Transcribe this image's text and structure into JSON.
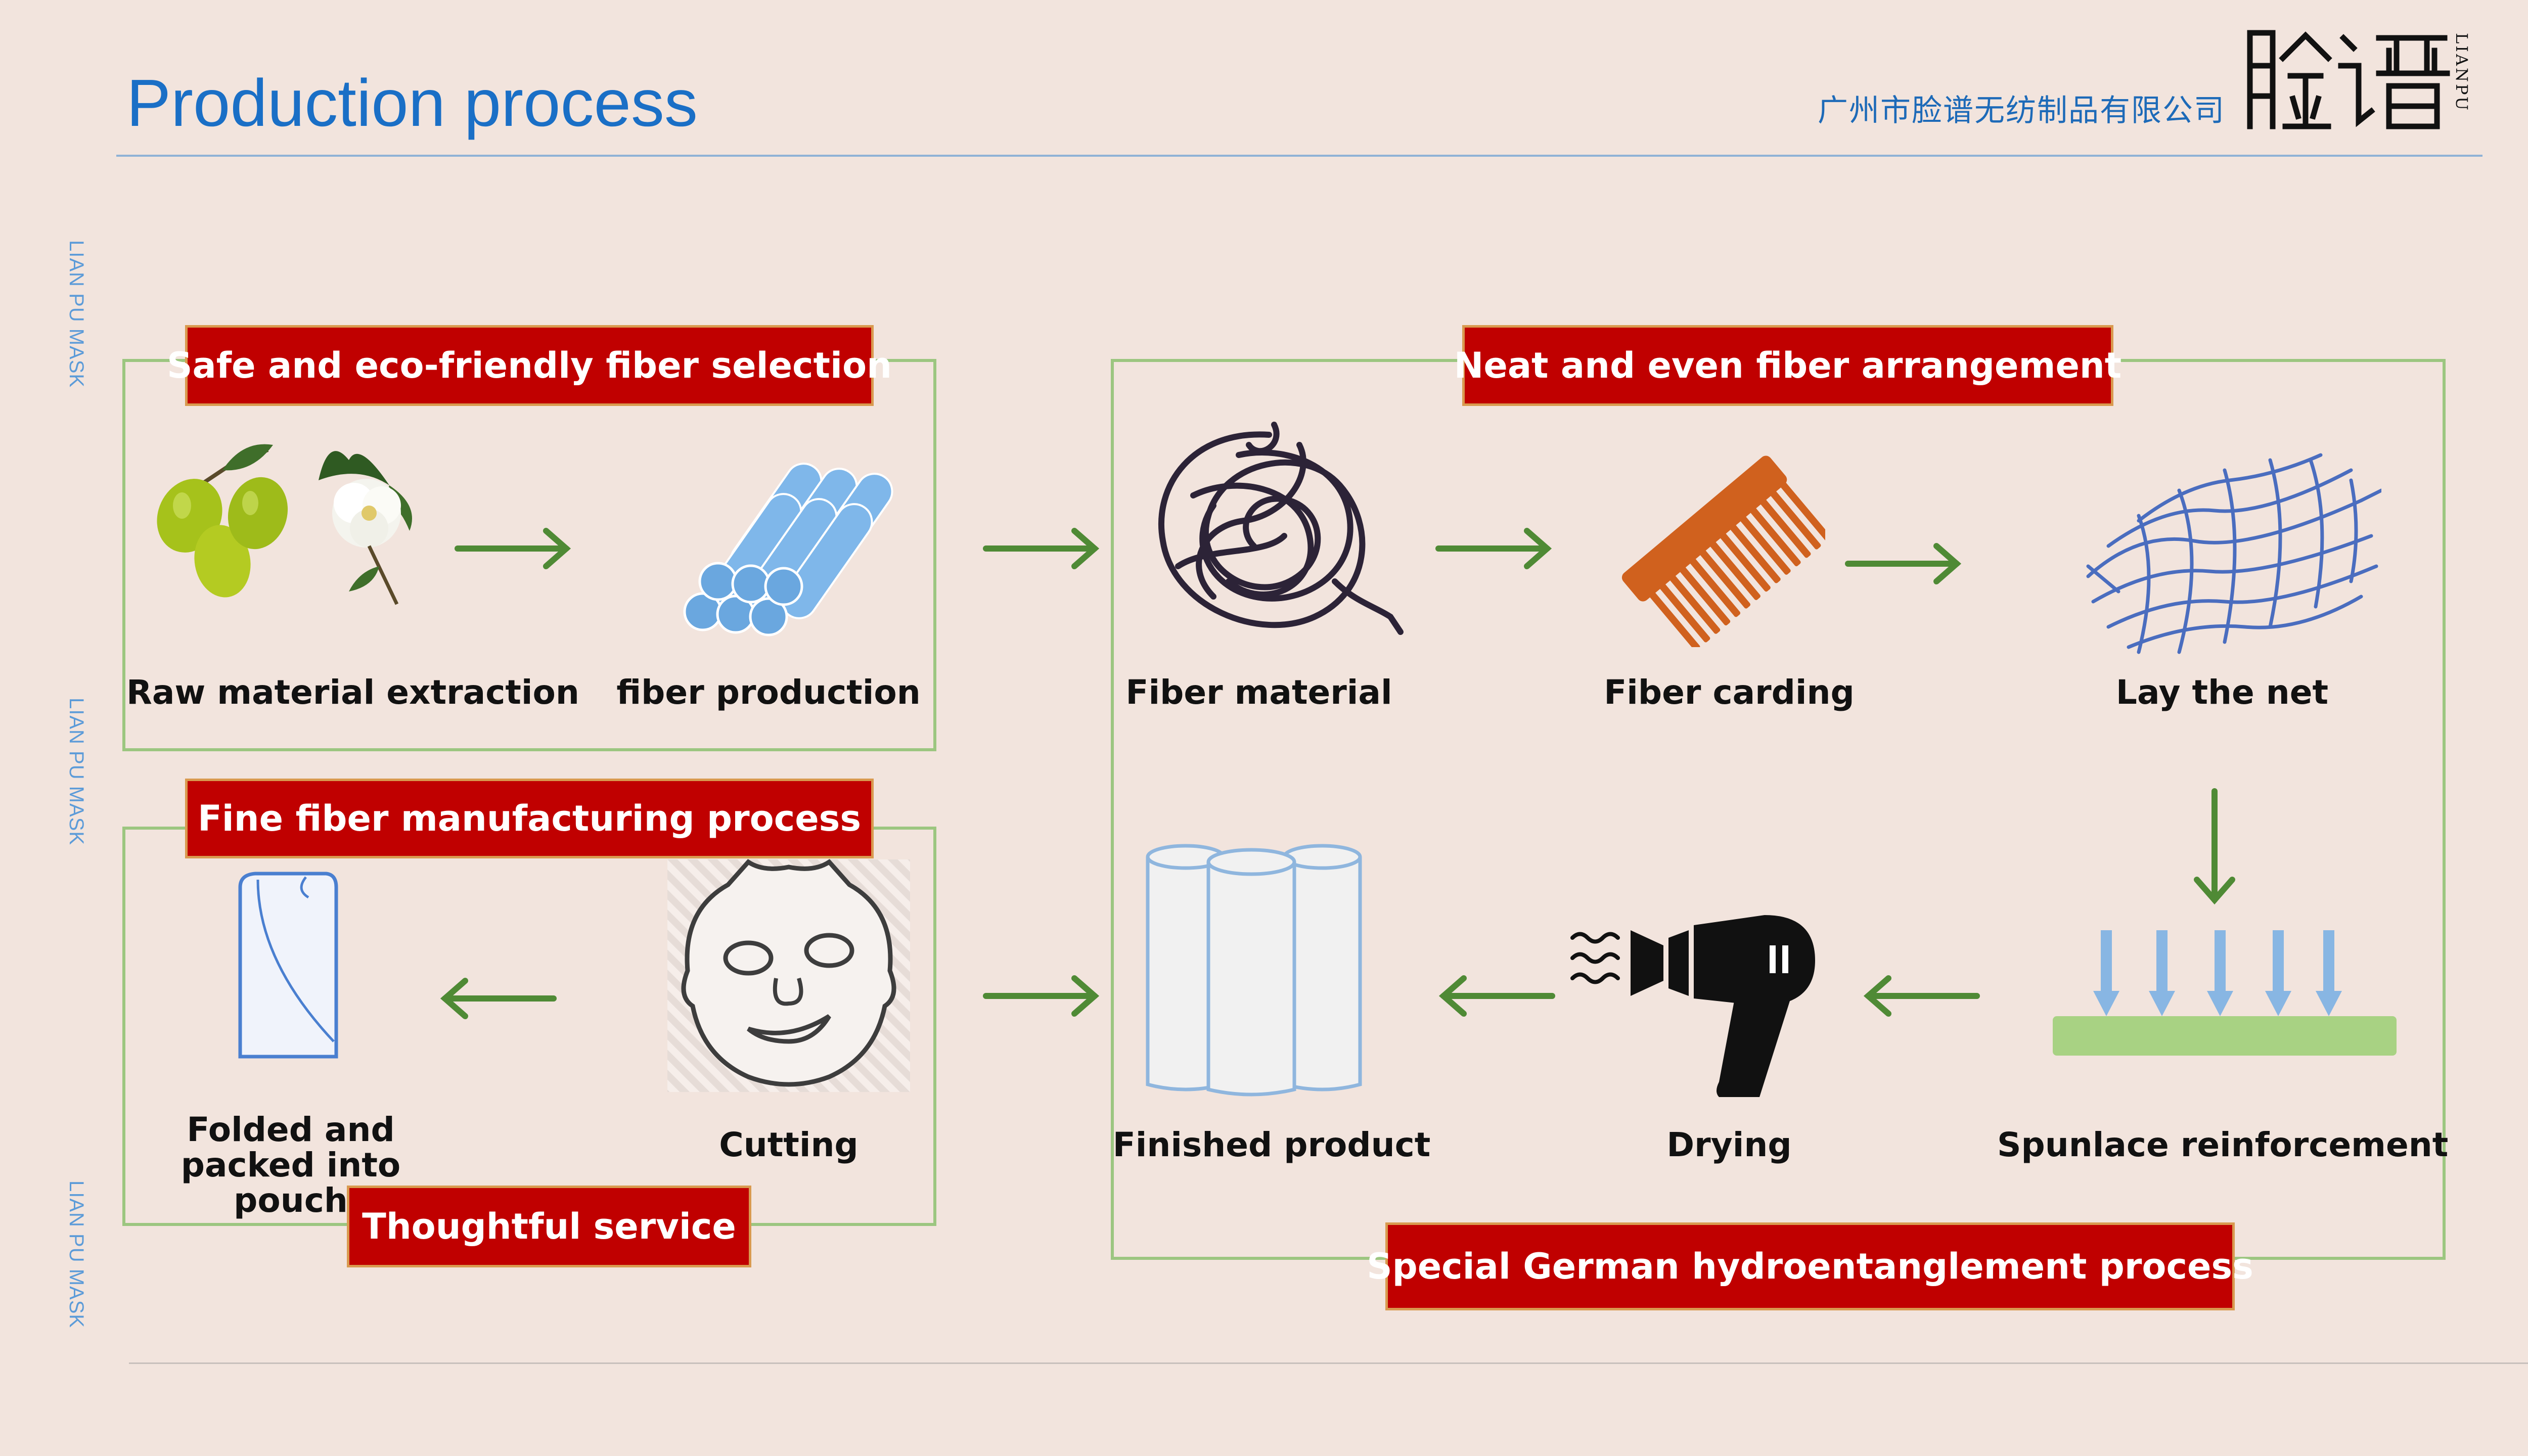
{
  "header": {
    "title": "Production process",
    "company_name": "广州市脸谱无纺制品有限公司",
    "logo_text": "脸谱",
    "logo_subtext": "LIANPU"
  },
  "side_labels": [
    "LIAN PU MASK",
    "LIAN PU MASK",
    "LIAN PU MASK"
  ],
  "groups": {
    "fiber_selection": "Safe and eco-friendly fiber selection",
    "fine_fiber": "Fine fiber manufacturing process",
    "service": "Thoughtful service",
    "arrangement": "Neat and even fiber arrangement",
    "hydroentanglement": "Special German hydroentanglement process"
  },
  "steps": {
    "raw_material": "Raw material extraction",
    "fiber_production": "fiber production",
    "cutting": "Cutting",
    "folded": "Folded and packed into pouch",
    "fiber_material": "Fiber material",
    "fiber_carding": "Fiber carding",
    "lay_net": "Lay the net",
    "spunlace": "Spunlace reinforcement",
    "drying": "Drying",
    "finished": "Finished product"
  },
  "colors": {
    "banner_bg": "#c00000",
    "box_border": "#9cc680",
    "arrow": "#4f8a35",
    "title": "#1a6fc6"
  },
  "icons": {
    "raw_material": "olive-camellia-icon",
    "fiber_production": "fiber-bundle-icon",
    "cutting": "face-mask-icon",
    "folded": "pouch-icon",
    "fiber_material": "fiber-tangle-icon",
    "fiber_carding": "comb-icon",
    "lay_net": "net-icon",
    "spunlace": "water-jet-icon",
    "drying": "hair-dryer-icon",
    "finished": "roll-icon"
  }
}
